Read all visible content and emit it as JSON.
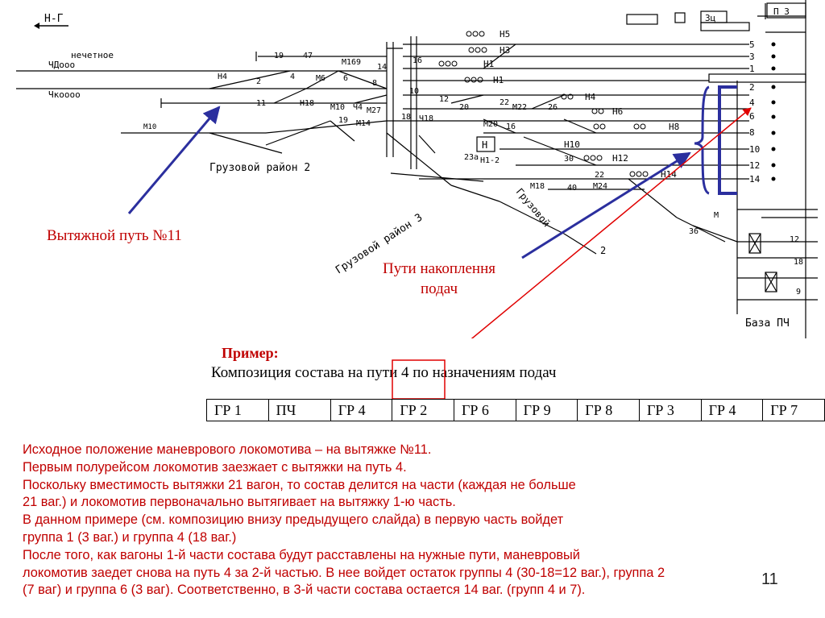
{
  "scheme": {
    "direction_label": "Н-Г",
    "odd_label": "нечетное",
    "station_left_1": "ЧДооо",
    "station_left_2": "Чкоооо",
    "freight_area_2": "Грузовой район 2",
    "freight_area_3": "Грузовой район 3",
    "freight_area_tilted": "Грузовой",
    "freight_area_2_bottom": "2",
    "node_label": "Н",
    "base_label": "База ПЧ",
    "top_right_box": "П З",
    "box_3c": "Зц",
    "track_numbers_right": [
      "5",
      "3",
      "1",
      "2",
      "4",
      "6",
      "8",
      "10",
      "12",
      "14"
    ],
    "switch_labels": [
      "19",
      "47",
      "М169",
      "14",
      "16",
      "Н4",
      "2",
      "4",
      "М6",
      "6",
      "8",
      "10",
      "11",
      "Н18",
      "М10",
      "Ч4",
      "М27",
      "19",
      "М14",
      "18",
      "Ч18",
      "12",
      "20",
      "22",
      "26",
      "М22",
      "М20",
      "16",
      "М18",
      "40",
      "М24",
      "22",
      "М",
      "36",
      "12",
      "18",
      "9"
    ],
    "signal_labels": [
      "Н5",
      "Н3",
      "Н1",
      "Н1",
      "Н4",
      "Н6",
      "Н8",
      "Н10",
      "Н12",
      "Н14"
    ],
    "small_labels": [
      "М10",
      "23а",
      "Н1-2",
      "30"
    ]
  },
  "annotations": {
    "pull_track": "Вытяжной путь №11",
    "accum_tracks_line1": "Пути накоплення",
    "accum_tracks_line2": "подач"
  },
  "example": {
    "label": "Пример:",
    "title": "Композиция состава на пути 4 по назначениям подач",
    "groups": [
      "ГР 1",
      "ПЧ",
      "ГР 4",
      "ГР 2",
      "ГР 6",
      "ГР 9",
      "ГР 8",
      "ГР 3",
      "ГР 4",
      "ГР 7"
    ]
  },
  "description": [
    "Исходное положение маневрового локомотива – на вытяжке №11.",
    "Первым полурейсом локомотив заезжает с вытяжки на путь 4.",
    "Поскольку вместимость вытяжки 21 вагон, то состав делится на части (каждая не больше",
    "21 ваг.) и локомотив первоначально вытягивает на вытяжку 1-ю часть.",
    "В данном примере (см. композицию внизу предыдущего слайда) в первую часть войдет",
    "группа 1 (3 ваг.) и группа 4 (18 ваг.)",
    "После того, как вагоны 1-й части состава будут расставлены на нужные пути, маневровый",
    "локомотив заедет снова на путь 4 за 2-й частью. В нее войдет остаток группы 4 (30-18=12 ваг.), группа 2",
    "(7 ваг) и группа 6 (3 ваг).  Соответственно, в 3-й части состава остается 14 ваг. (групп 4 и 7)."
  ],
  "page_number": "11",
  "colors": {
    "annotation_red": "#c00000",
    "arrow_blue": "#2b2f9e",
    "highlight_red": "#e00000"
  }
}
